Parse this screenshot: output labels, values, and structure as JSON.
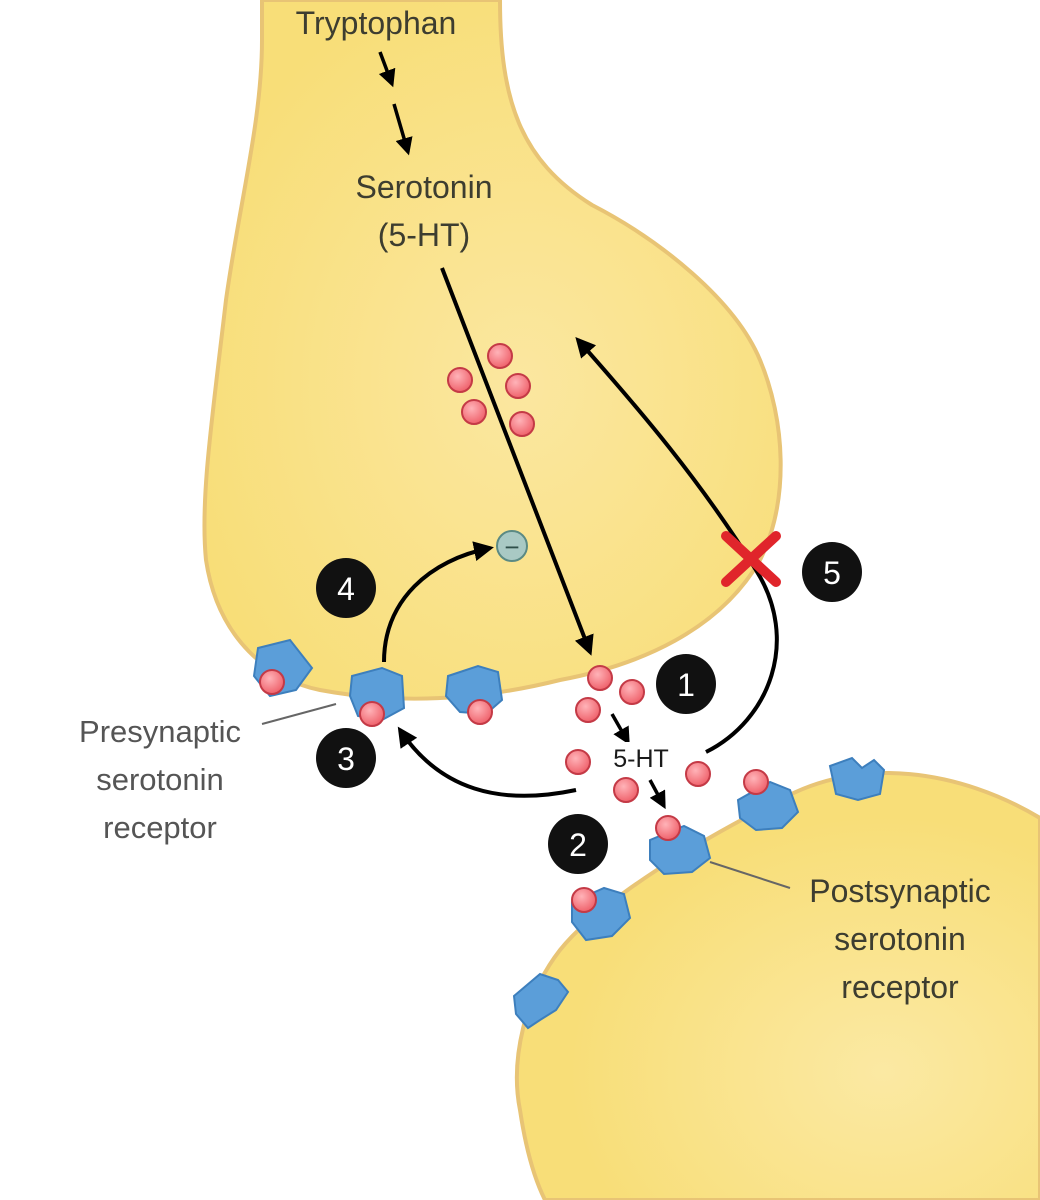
{
  "labels": {
    "tryptophan": "Tryptophan",
    "serotonin_line1": "Serotonin",
    "serotonin_line2": "(5-HT)",
    "cleft_5ht": "5-HT",
    "pre_line1": "Presynaptic",
    "pre_line2": "serotonin",
    "pre_line3": "receptor",
    "post_line1": "Postsynaptic",
    "post_line2": "serotonin",
    "post_line3": "receptor",
    "inhibit_sign": "−"
  },
  "steps": [
    "1",
    "2",
    "3",
    "4",
    "5"
  ],
  "colors": {
    "neuron_fill": "#fbe588",
    "neuron_edge": "#e8c475",
    "receptor": "#5b9ed9",
    "molecule": "#f06a72",
    "badge": "#111111",
    "block_x": "#e0252b",
    "inhibit": "#a9c9c4"
  }
}
